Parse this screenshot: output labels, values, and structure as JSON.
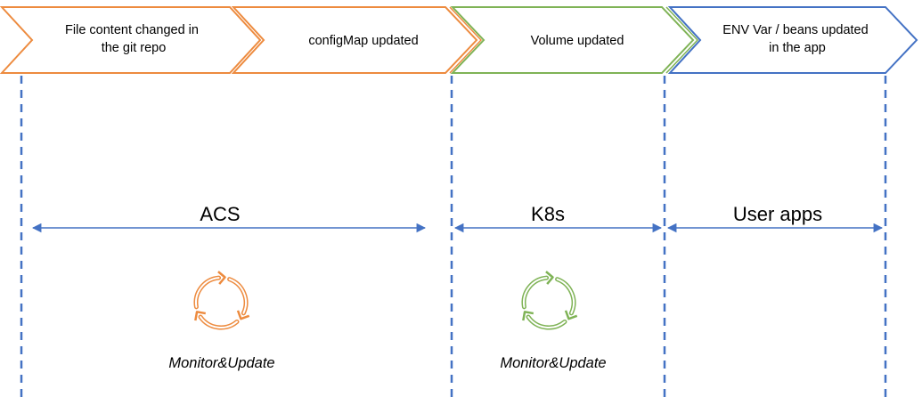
{
  "colors": {
    "orange": "#ED8B3F",
    "green": "#7FB356",
    "blue": "#4472C4",
    "orange_fill": "#F2A45C",
    "green_fill": "#95C66C",
    "text": "#000000"
  },
  "steps": [
    {
      "lines": [
        "File content changed in",
        "the git repo"
      ],
      "color": "orange"
    },
    {
      "lines": [
        "configMap updated"
      ],
      "color": "orange"
    },
    {
      "lines": [
        "Volume updated"
      ],
      "color": "green"
    },
    {
      "lines": [
        "ENV Var / beans updated",
        "in the app"
      ],
      "color": "blue"
    }
  ],
  "spans": [
    {
      "label": "ACS"
    },
    {
      "label": "K8s"
    },
    {
      "label": "User apps"
    }
  ],
  "cycles": [
    {
      "label": "Monitor&Update",
      "color": "orange",
      "icon": "refresh-cycle-icon"
    },
    {
      "label": "Monitor&Update",
      "color": "green",
      "icon": "refresh-cycle-icon"
    }
  ]
}
